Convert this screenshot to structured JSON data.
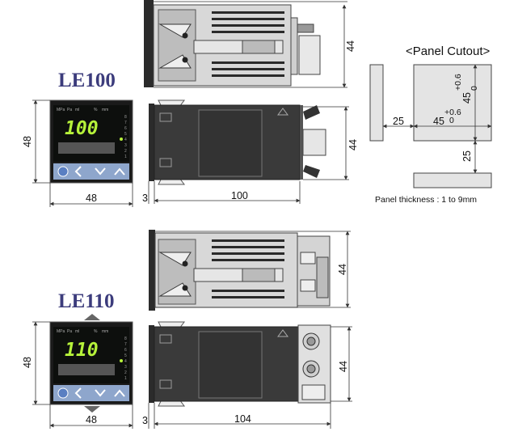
{
  "models": [
    {
      "name": "LE100",
      "display_value": "100",
      "front_width": "48",
      "front_height": "48",
      "depth": "100",
      "bezel": "3",
      "side_height_top": "44",
      "side_height_bottom": "44"
    },
    {
      "name": "LE110",
      "display_value": "110",
      "front_width": "48",
      "front_height": "48",
      "depth": "104",
      "bezel": "3",
      "side_height_top": "44",
      "side_height_bottom": "44"
    }
  ],
  "panel_cutout": {
    "title": "<Panel Cutout>",
    "width": "45",
    "width_tol_plus": "+0.6",
    "width_tol_zero": "0",
    "height": "45",
    "height_tol_plus": "+0.6",
    "height_tol_zero": "0",
    "spacing_h": "25",
    "spacing_v": "25",
    "thickness_note": "Panel thickness : 1 to 9mm"
  },
  "front_panel": {
    "status_labels": [
      "MPa",
      "Pa",
      "ml",
      "%",
      "mm"
    ],
    "led_numbers": [
      "8",
      "7",
      "6",
      "5",
      "4",
      "3",
      "2",
      "1"
    ]
  },
  "colors": {
    "model_label": "#3c3c7c",
    "display_digits": "#b6f23a",
    "case_body": "#3a3a3a",
    "front_blue": "#8ea6cc"
  }
}
